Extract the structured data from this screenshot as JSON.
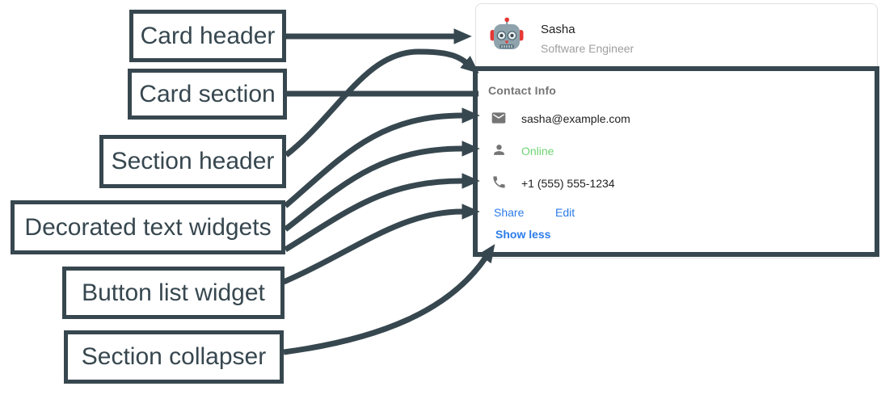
{
  "theme": {
    "annotation": "#37474F",
    "blue": "#2B7CE9",
    "green": "#6FD474",
    "text-dark": "#212121",
    "text-gray": "#9E9E9E",
    "label-gray": "#757575",
    "icon-gray": "#757575",
    "card-border": "#E0E0E0"
  },
  "annotations": {
    "labels": [
      "Card header",
      "Card section",
      "Section header",
      "Decorated text widgets",
      "Button list widget",
      "Section collapser"
    ]
  },
  "card": {
    "header": {
      "title": "Sasha",
      "subtitle": "Software Engineer",
      "avatar_icon": "robot-avatar"
    },
    "section": {
      "title": "Contact Info",
      "rows": [
        {
          "icon": "email-icon",
          "text": "sasha@example.com"
        },
        {
          "icon": "person-icon",
          "text": "Online",
          "status": "online-green"
        },
        {
          "icon": "phone-icon",
          "text": "+1 (555) 555-1234"
        }
      ],
      "buttons": [
        "Share",
        "Edit"
      ],
      "collapse_label": "Show less"
    }
  }
}
